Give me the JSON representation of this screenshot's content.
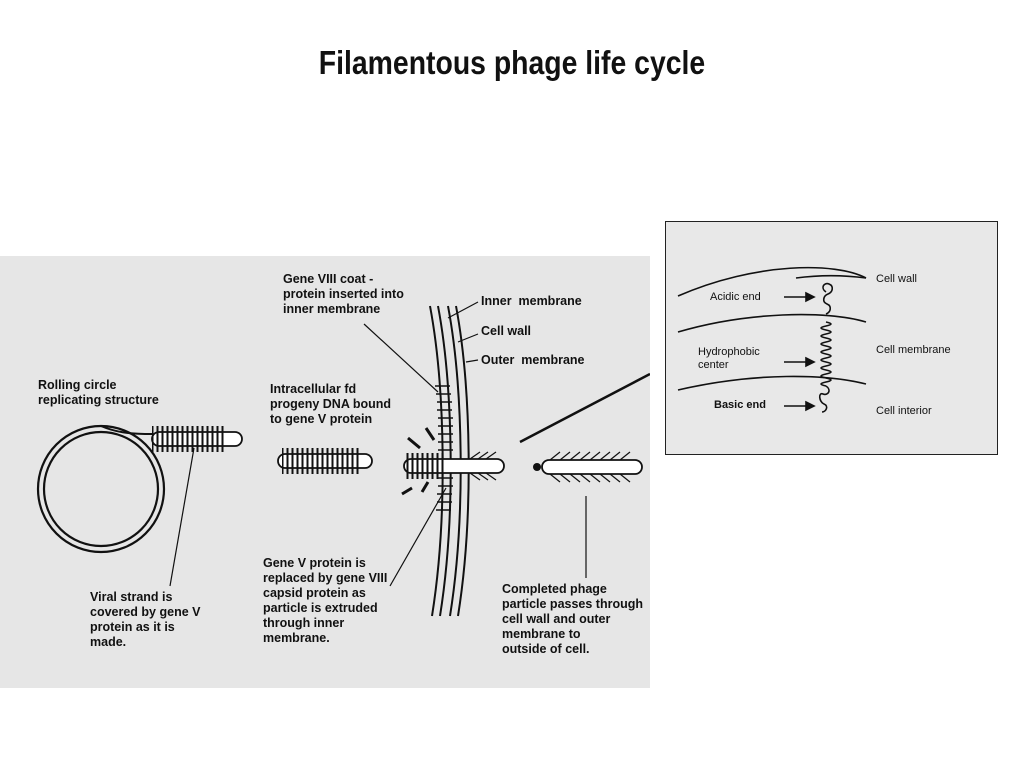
{
  "title": "Filamentous phage life cycle",
  "main_figure": {
    "labels": {
      "rolling_circle": "Rolling circle\nreplicating structure",
      "viral_strand": "Viral strand is\ncovered by gene V\nprotein as it is\nmade.",
      "gene_viii_coat": "Gene VIII coat -\nprotein inserted into\ninner membrane",
      "intracellular": "Intracellular fd\nprogeny DNA bound\nto gene V protein",
      "inner_membrane": "Inner  membrane",
      "cell_wall": "Cell wall",
      "outer_membrane": "Outer  membrane",
      "gene_v_replaced": "Gene V protein is\nreplaced by gene VIII\ncapsid protein as\nparticle is extruded\nthrough inner\nmembrane.",
      "completed_phage": "Completed phage\nparticle passes through\ncell wall and outer\nmembrane to\noutside of cell."
    }
  },
  "inset": {
    "labels": {
      "cell_wall": "Cell wall",
      "acidic_end": "Acidic end",
      "cell_membrane": "Cell membrane",
      "hydrophobic_center": "Hydrophobic\ncenter",
      "basic_end": "Basic end",
      "cell_interior": "Cell interior"
    }
  }
}
